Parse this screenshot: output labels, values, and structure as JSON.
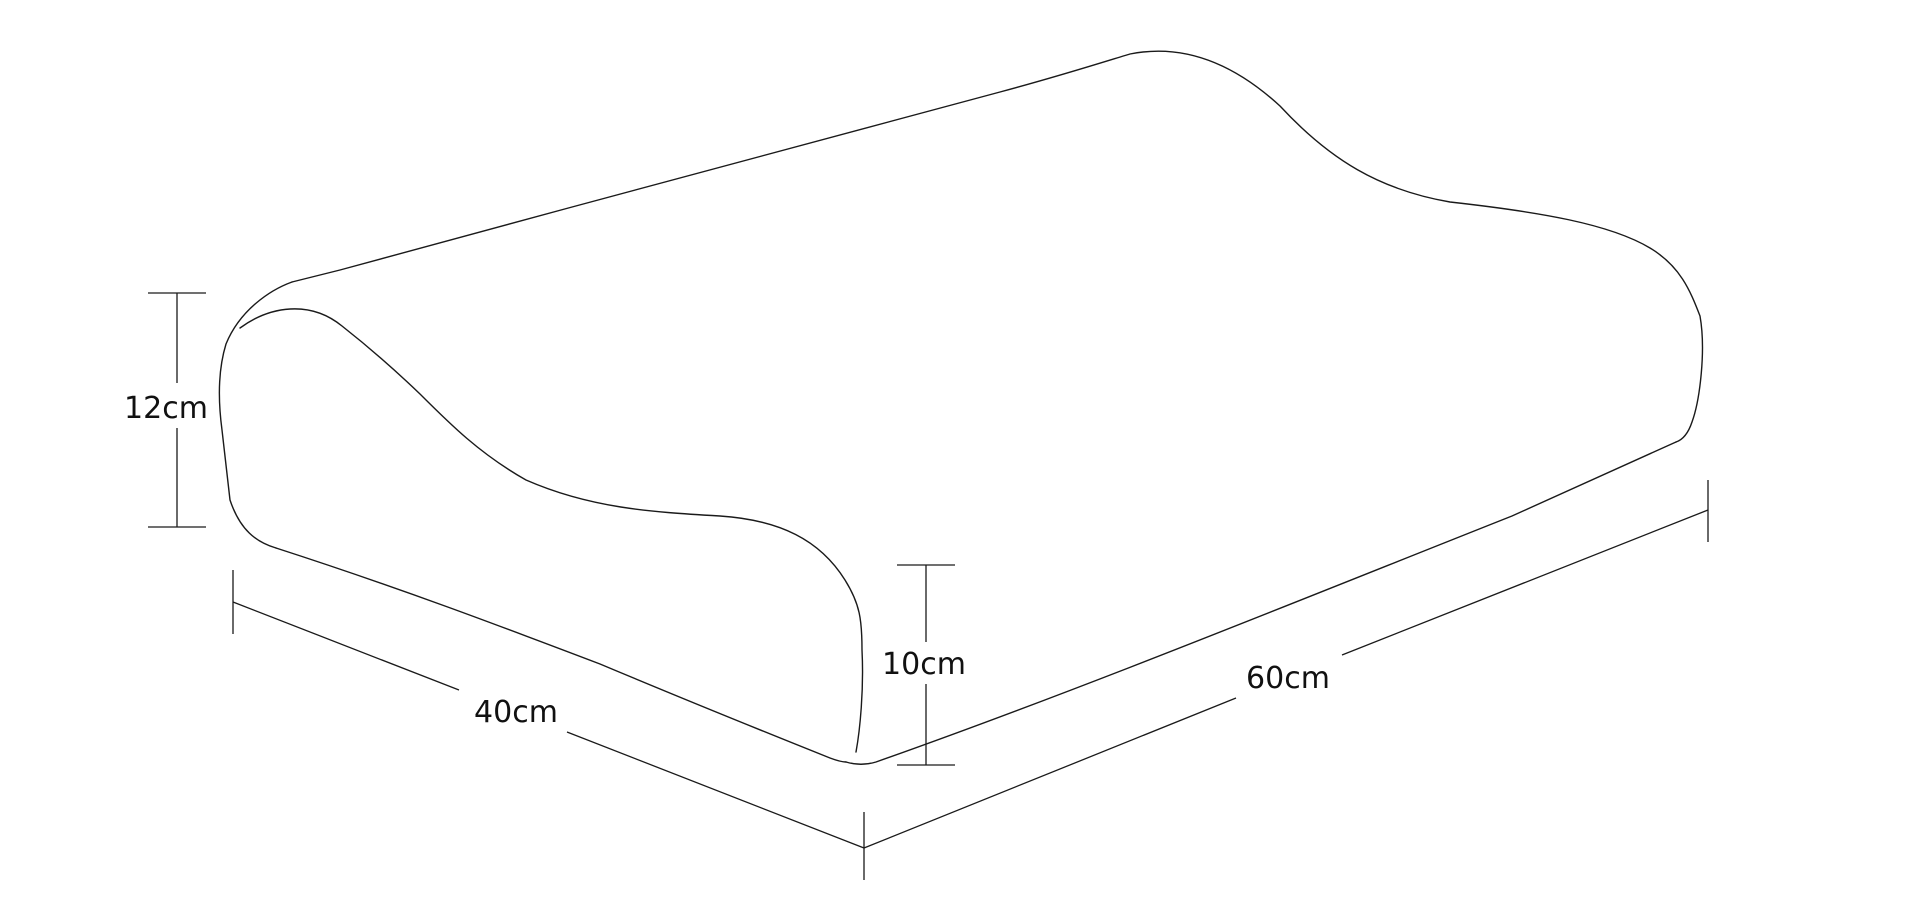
{
  "dimensions": {
    "height_back": "12cm",
    "height_front": "10cm",
    "depth": "40cm",
    "length": "60cm"
  },
  "colors": {
    "background": "#ffffff",
    "line": "#1a1a1a",
    "text": "#111111"
  }
}
